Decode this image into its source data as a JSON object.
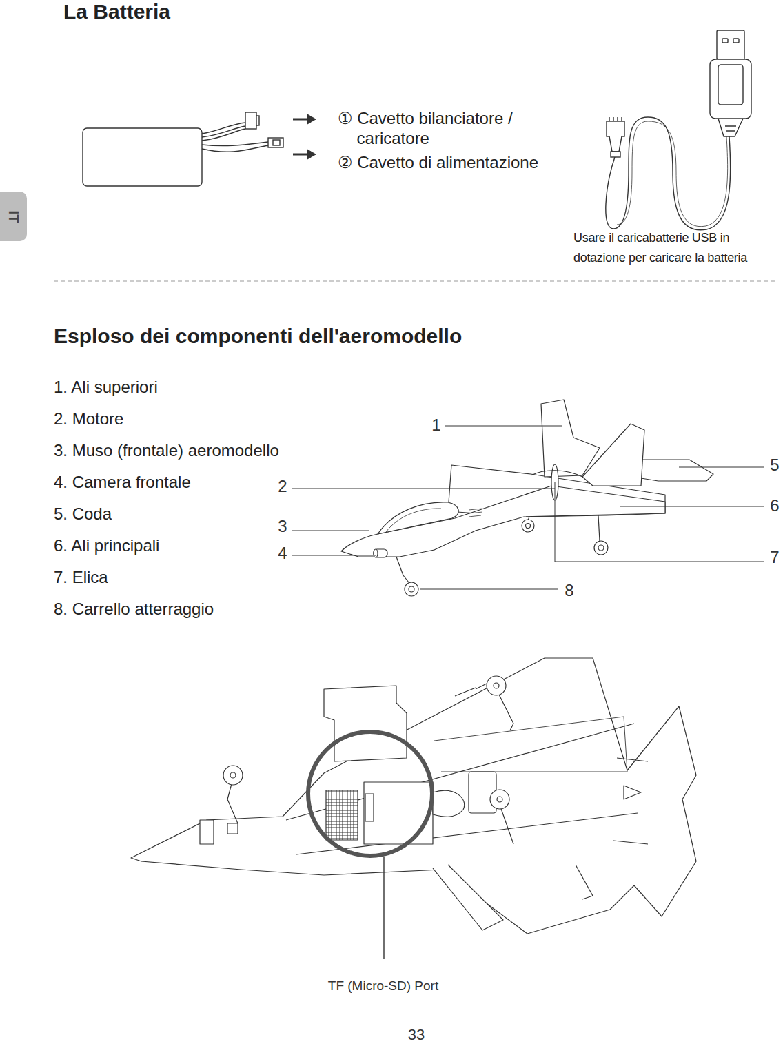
{
  "diagram": {
    "title": "La Batteria",
    "nodes": [
      {
        "text": [
          "IT"
        ]
      }
    ],
    "labels": [
      "① Cavetto bilanciatore / caricatore",
      "② Cavetto di alimentazione",
      "Usare il caricabatterie USB in dotazione per caricare la batteria",
      "Esploso dei componenti dell'aeromodello",
      "1. Ali superiori",
      "2. Motore",
      "3. Muso (frontale) aeromodello",
      "4. Camera frontale",
      "5. Coda",
      "6. Ali principali",
      "7. Elica",
      "8. Carrello atterraggio",
      "1",
      "2",
      "3",
      "4",
      "5",
      "6",
      "7",
      "8",
      "TF (Micro-SD) Port",
      "33"
    ]
  }
}
